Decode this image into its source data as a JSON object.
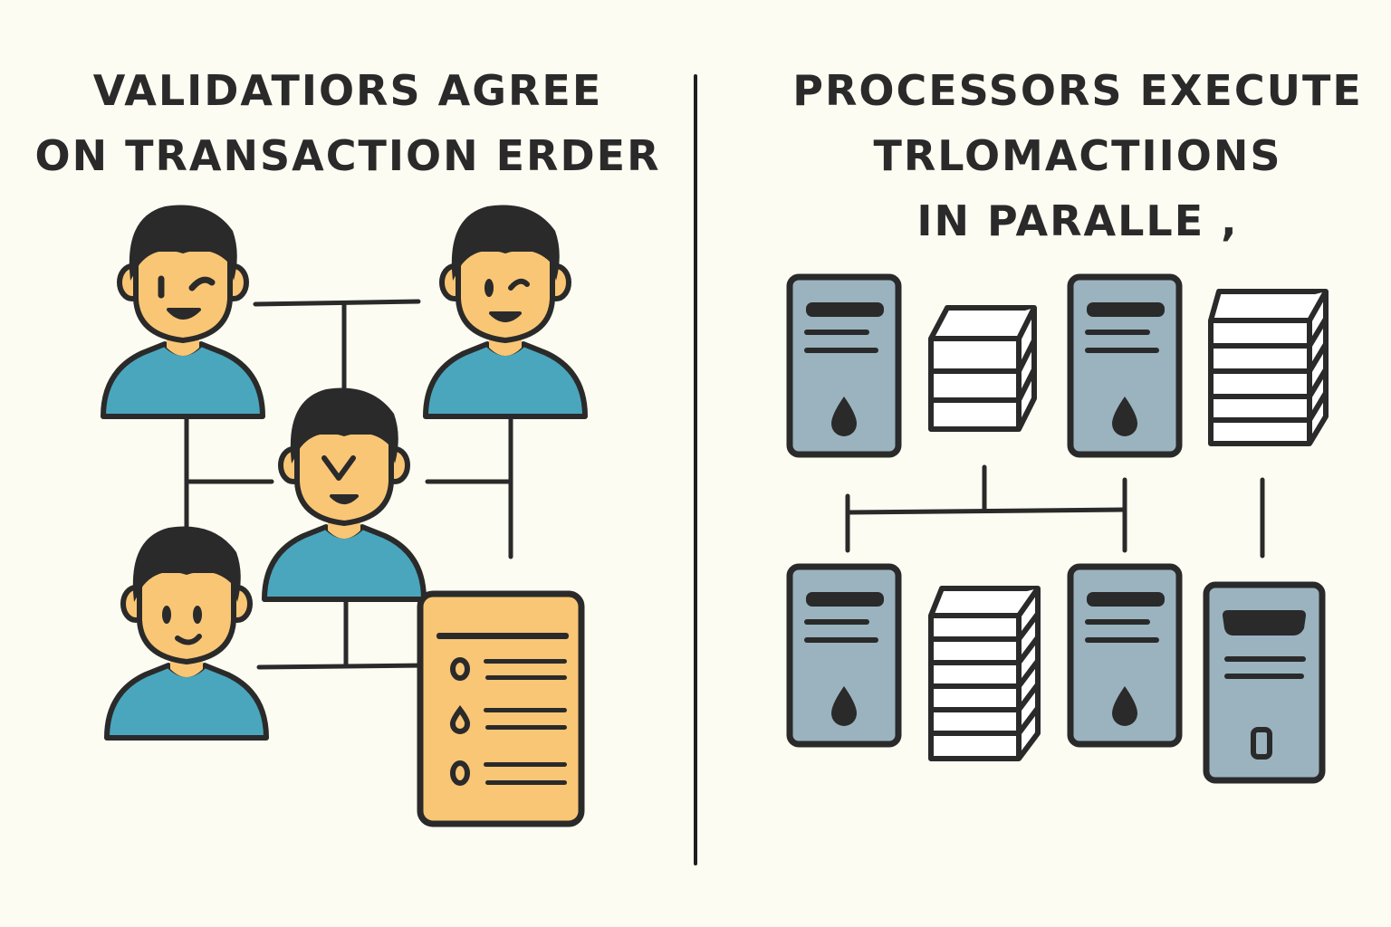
{
  "left_panel": {
    "heading_lines": [
      "VALIDATIORS AGREE",
      "ON TRANSACTION ERDER"
    ],
    "nodes": [
      {
        "id": "validator-top-left",
        "type": "validator",
        "expression": "winking"
      },
      {
        "id": "validator-top-right",
        "type": "validator",
        "expression": "winking"
      },
      {
        "id": "validator-center",
        "type": "validator",
        "expression": "smirking"
      },
      {
        "id": "validator-bottom-left",
        "type": "validator",
        "expression": "smiling"
      },
      {
        "id": "transaction-list",
        "type": "document",
        "rows": 3
      }
    ]
  },
  "right_panel": {
    "heading_lines": [
      "PROCESSORS EXECUTE",
      "TRLOMACTIIONS",
      "IN PARALLE ,"
    ],
    "nodes": [
      {
        "id": "processor-top-1",
        "type": "server-tower"
      },
      {
        "id": "storage-top-1",
        "type": "storage-stack",
        "layers": 3
      },
      {
        "id": "processor-top-2",
        "type": "server-tower"
      },
      {
        "id": "storage-top-2",
        "type": "storage-stack",
        "layers": 5
      },
      {
        "id": "processor-bottom-1",
        "type": "server-tower"
      },
      {
        "id": "storage-bottom-1",
        "type": "storage-stack",
        "layers": 6
      },
      {
        "id": "processor-bottom-2",
        "type": "server-tower"
      },
      {
        "id": "processor-bottom-3",
        "type": "server-tower"
      }
    ]
  },
  "colors": {
    "background": "#fdfcf2",
    "ink": "#2a2a2a",
    "skin": "#f9c675",
    "shirt": "#4aa6bd",
    "document": "#f9c675",
    "server": "#9ab3bf",
    "storage": "#ffffff"
  }
}
